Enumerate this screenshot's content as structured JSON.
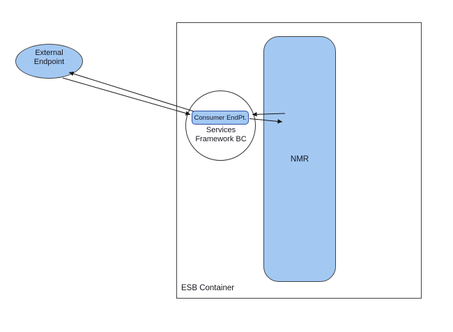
{
  "diagram": {
    "nodes": {
      "external_endpoint": {
        "label_line1": "External",
        "label_line2": "Endpoint"
      },
      "consumer_endpoint": {
        "label": "Consumer EndPt."
      },
      "services_framework_bc": {
        "label_line1": "Services",
        "label_line2": "Framework BC"
      },
      "nmr": {
        "label": "NMR"
      },
      "esb_container": {
        "label": "ESB Container"
      }
    },
    "connections": [
      {
        "from": "consumer_endpoint",
        "to": "external_endpoint"
      },
      {
        "from": "external_endpoint",
        "to": "consumer_endpoint"
      },
      {
        "from": "nmr",
        "to": "consumer_endpoint"
      },
      {
        "from": "consumer_endpoint",
        "to": "nmr"
      }
    ],
    "colors": {
      "node_fill": "#a3c9f3",
      "node_border": "#424242",
      "consumer_endpoint_border": "#2d4fa6",
      "arrow": "#141414",
      "text": "#16161f",
      "background": "#ffffff"
    }
  }
}
